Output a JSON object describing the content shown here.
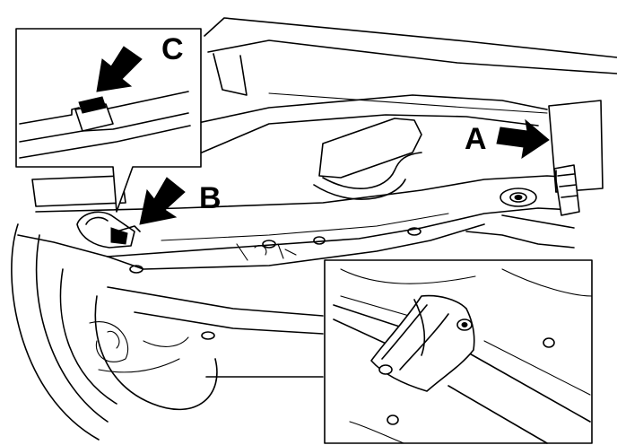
{
  "labels": {
    "a": "A",
    "b": "B",
    "c": "C"
  },
  "icons": {
    "arrow_a": "right-arrow-icon",
    "arrow_b": "down-left-arrow-icon",
    "arrow_c": "down-left-arrow-icon"
  },
  "colors": {
    "ink": "#000000",
    "paper": "#ffffff"
  }
}
